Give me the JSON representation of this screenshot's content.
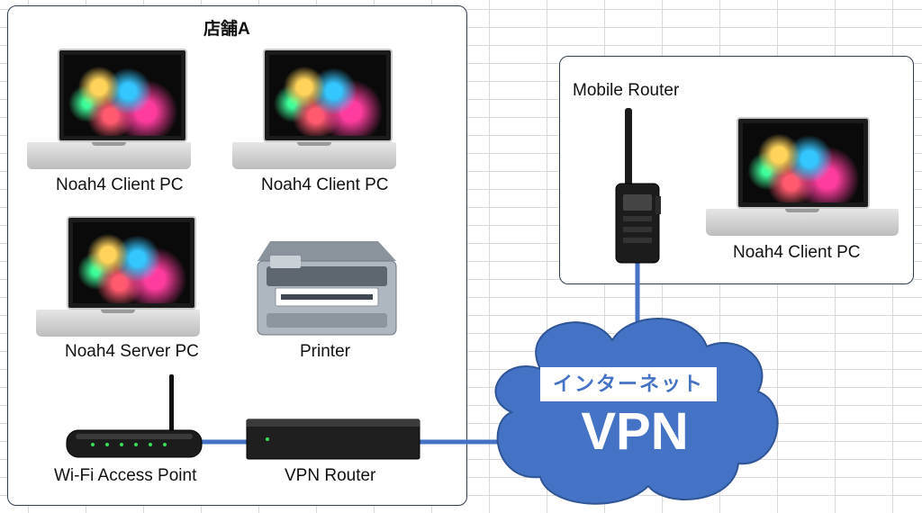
{
  "store": {
    "title": "店舗A"
  },
  "devices": {
    "client_pc_1": "Noah4 Client PC",
    "client_pc_2": "Noah4 Client PC",
    "server_pc": "Noah4 Server PC",
    "printer": "Printer",
    "wifi_ap": "Wi-Fi Access Point",
    "vpn_router": "VPN Router",
    "mobile_router": "Mobile Router",
    "remote_client_pc": "Noah4 Client PC"
  },
  "cloud": {
    "internet_label": "インターネット",
    "vpn_label": "VPN"
  },
  "colors": {
    "link": "#4472c4",
    "cloud_fill": "#4472c4",
    "cloud_stroke": "#2f5597",
    "box_border": "#2f3e4f"
  }
}
